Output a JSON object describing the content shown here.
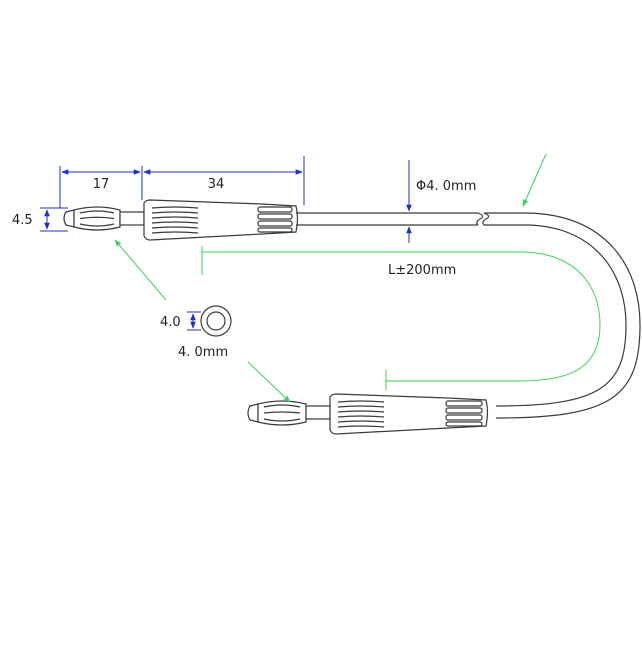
{
  "dimensions": {
    "probe_length": "17",
    "handle_length": "34",
    "tip_diameter": "4.5",
    "cable_diameter": "Φ4. 0mm",
    "cable_length": "L±200mm",
    "socket_label": "4.0",
    "socket_caption": "4. 0mm"
  },
  "colors": {
    "outline": "#3a3a3a",
    "dimension": "#1f2fd0",
    "callout": "#3fcf5a",
    "text": "#222222",
    "background": "#ffffff"
  }
}
